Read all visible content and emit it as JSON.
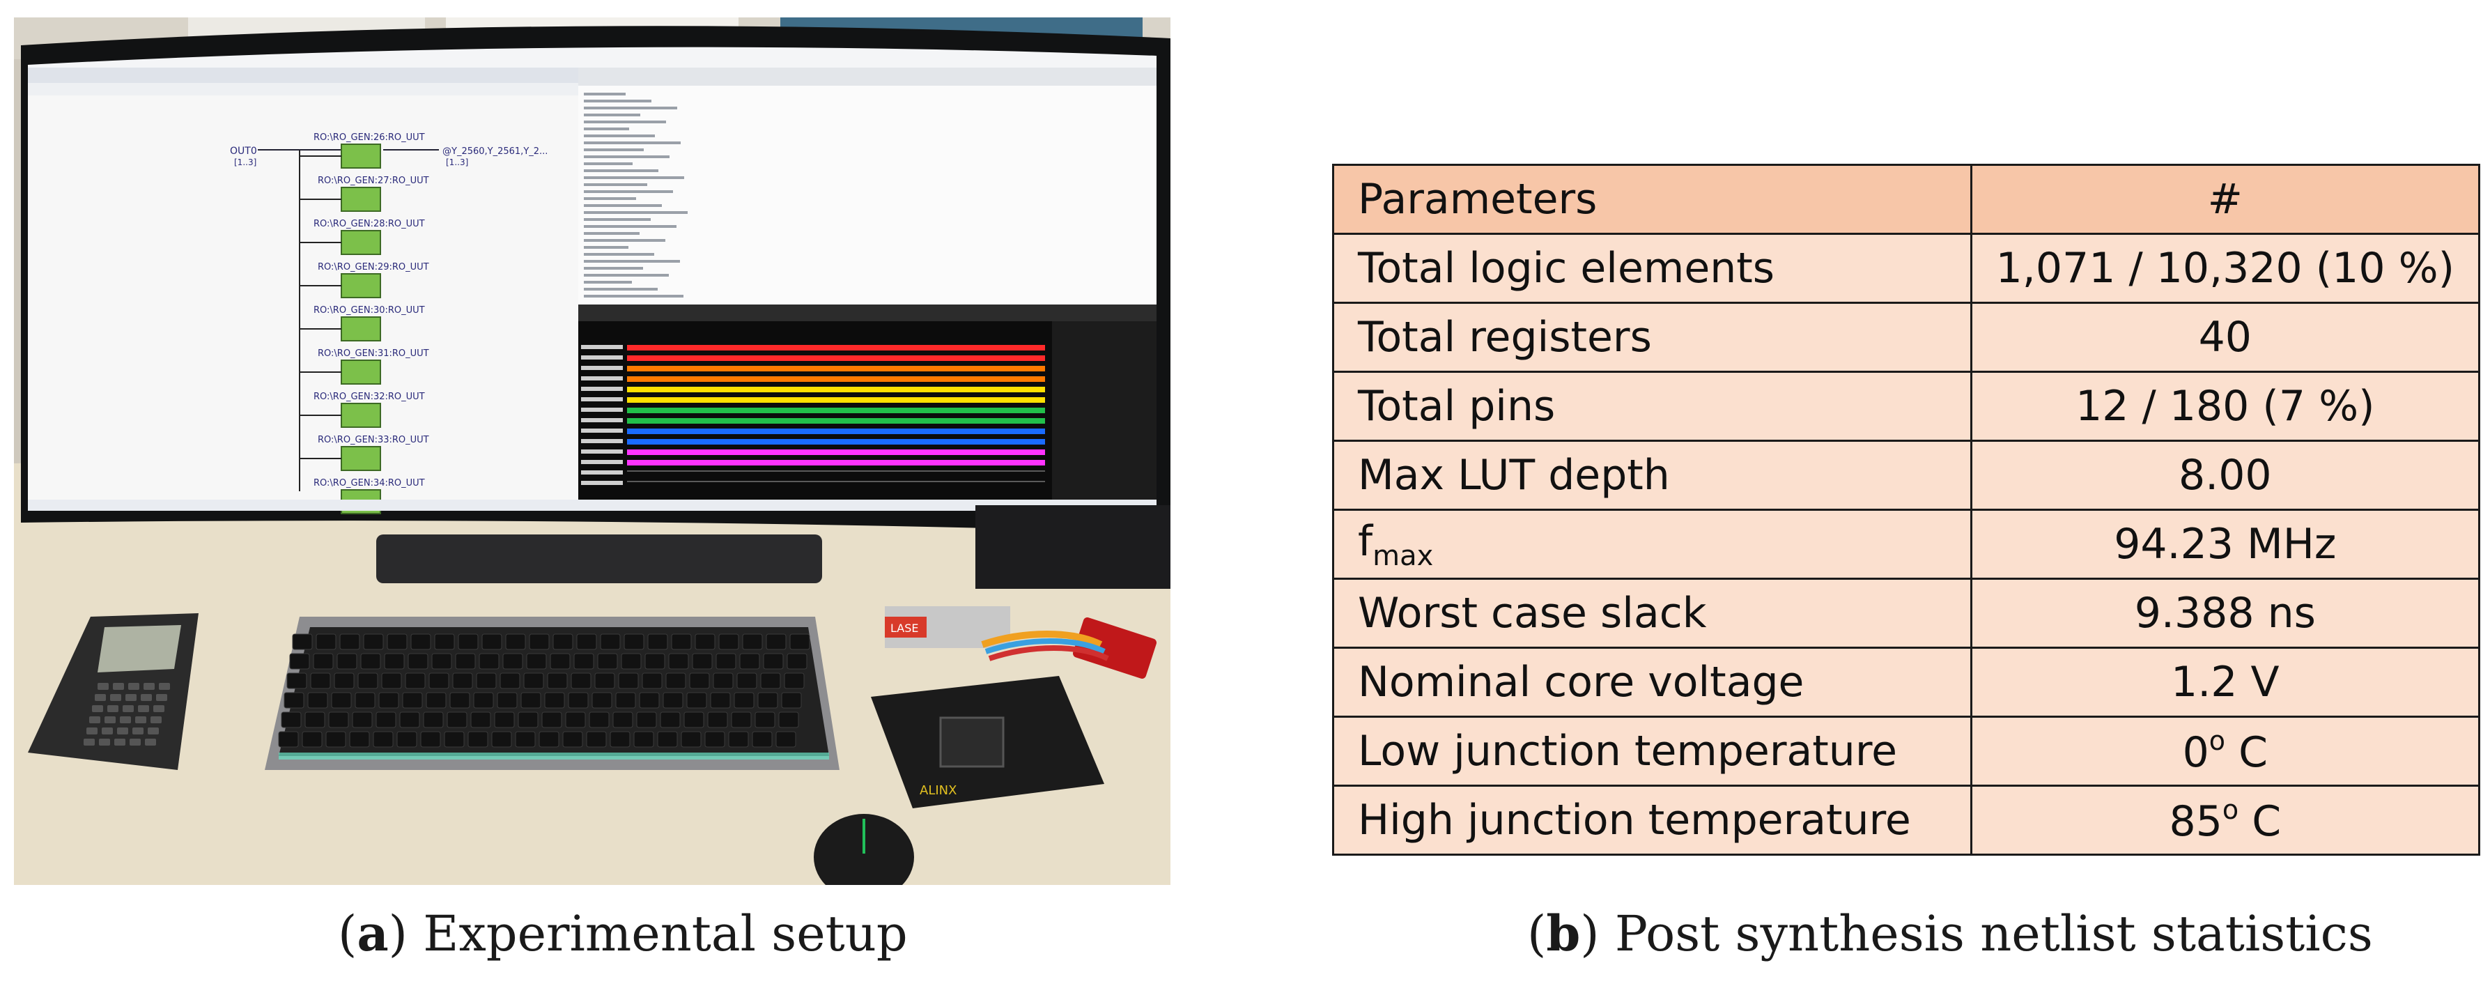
{
  "figure": {
    "caption_a": {
      "label": "a",
      "text": "Experimental setup"
    },
    "caption_b": {
      "label": "b",
      "text": "Post synthesis netlist statistics"
    }
  },
  "photo": {
    "screen_left": {
      "out_label": "OUT0",
      "out_range": "[1..3]",
      "in_label": "@Y_2560,Y_2561,Y_2...",
      "in_range": "[1..3]",
      "blocks": [
        "RO:\\RO_GEN:26:RO_UUT",
        "RO:\\RO_GEN:27:RO_UUT",
        "RO:\\RO_GEN:28:RO_UUT",
        "RO:\\RO_GEN:29:RO_UUT",
        "RO:\\RO_GEN:30:RO_UUT",
        "RO:\\RO_GEN:31:RO_UUT",
        "RO:\\RO_GEN:32:RO_UUT",
        "RO:\\RO_GEN:33:RO_UUT",
        "RO:\\RO_GEN:34:RO_UUT"
      ]
    },
    "waveform_colors": [
      "#ff2a2a",
      "#ff7a00",
      "#ffe000",
      "#22c04a",
      "#1a6bff",
      "#ff33ff"
    ],
    "board_label": "ALINX",
    "board_brand": "LASE"
  },
  "table": {
    "header": {
      "param": "Parameters",
      "value": "#"
    },
    "rows": [
      {
        "param": "Total logic elements",
        "value": "1,071 / 10,320 (10 %)"
      },
      {
        "param": "Total registers",
        "value": "40"
      },
      {
        "param": "Total pins",
        "value": "12 / 180 (7 %)"
      },
      {
        "param": "Max LUT depth",
        "value": "8.00"
      },
      {
        "param_main": "f",
        "param_sub": "max",
        "value": "94.23 MHz"
      },
      {
        "param": "Worst case slack",
        "value": "9.388 ns"
      },
      {
        "param": "Nominal core voltage",
        "value": "1.2 V"
      },
      {
        "param": "Low junction temperature",
        "value_num": "0",
        "value_sup": "o",
        "value_unit": " C"
      },
      {
        "param": "High junction temperature",
        "value_num": "85",
        "value_sup": "o",
        "value_unit": " C"
      }
    ]
  }
}
